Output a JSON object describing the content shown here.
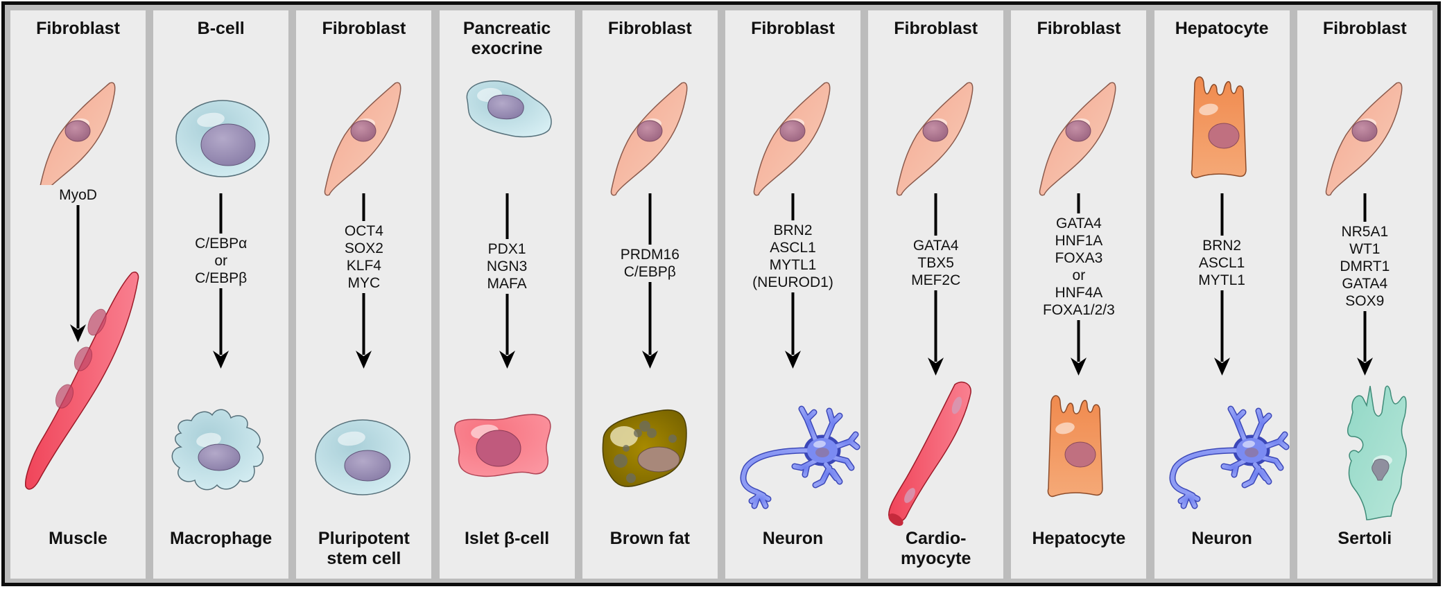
{
  "figure": {
    "colors": {
      "frame_border": "#0c0c0c",
      "frame_gray": "#bcbcbc",
      "panel_bg": "#ececec",
      "arrow": "#000000"
    },
    "panels": [
      {
        "source": "Fibroblast",
        "source_cell": "fibroblast",
        "factors": "MyoD",
        "target": "Muscle",
        "target_cell": "muscle"
      },
      {
        "source": "B-cell",
        "source_cell": "bcell",
        "factors": "C/EBPα\nor\nC/EBPβ",
        "target": "Macrophage",
        "target_cell": "macrophage"
      },
      {
        "source": "Fibroblast",
        "source_cell": "fibroblast",
        "factors": "OCT4\nSOX2\nKLF4\nMYC",
        "target": "Pluripotent\nstem cell",
        "target_cell": "stemcell"
      },
      {
        "source": "Pancreatic\nexocrine",
        "source_cell": "exocrine",
        "factors": "PDX1\nNGN3\nMAFA",
        "target": "Islet β-cell",
        "target_cell": "islet"
      },
      {
        "source": "Fibroblast",
        "source_cell": "fibroblast",
        "factors": "PRDM16\nC/EBPβ",
        "target": "Brown fat",
        "target_cell": "brownfat"
      },
      {
        "source": "Fibroblast",
        "source_cell": "fibroblast",
        "factors": "BRN2\nASCL1\nMYTL1\n(NEUROD1)",
        "target": "Neuron",
        "target_cell": "neuron"
      },
      {
        "source": "Fibroblast",
        "source_cell": "fibroblast",
        "factors": "GATA4\nTBX5\nMEF2C",
        "target": "Cardio-\nmyocyte",
        "target_cell": "cardiomyocyte"
      },
      {
        "source": "Fibroblast",
        "source_cell": "fibroblast",
        "factors": "GATA4\nHNF1A\nFOXA3\nor\nHNF4A\nFOXA1/2/3",
        "target": "Hepatocyte",
        "target_cell": "hepatocyte"
      },
      {
        "source": "Hepatocyte",
        "source_cell": "hepatocyte",
        "factors": "BRN2\nASCL1\nMYTL1",
        "target": "Neuron",
        "target_cell": "neuron"
      },
      {
        "source": "Fibroblast",
        "source_cell": "fibroblast",
        "factors": "NR5A1\nWT1\nDMRT1\nGATA4\nSOX9",
        "target": "Sertoli",
        "target_cell": "sertoli"
      }
    ]
  }
}
